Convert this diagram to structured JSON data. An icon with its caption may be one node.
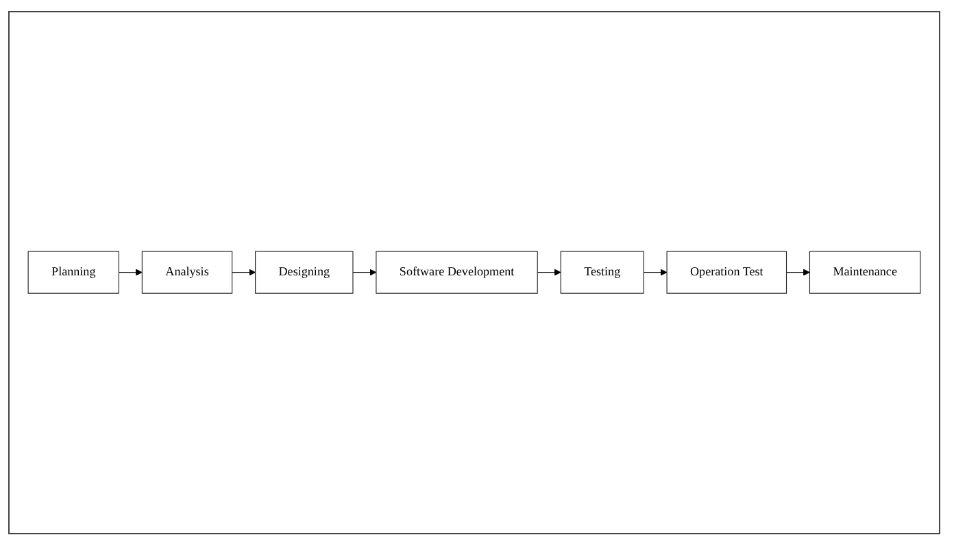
{
  "diagram": {
    "nodes": [
      {
        "text": [
          "Planning"
        ]
      },
      {
        "text": [
          "Analysis"
        ]
      },
      {
        "text": [
          "Designing"
        ]
      },
      {
        "text": [
          "Software Development"
        ]
      },
      {
        "text": [
          "Testing"
        ]
      },
      {
        "text": [
          "Operation Test"
        ]
      },
      {
        "text": [
          "Maintenance"
        ]
      }
    ],
    "edges": [
      {
        "from": 0,
        "to": 1,
        "arrow": "to"
      },
      {
        "from": 1,
        "to": 2,
        "arrow": "to"
      },
      {
        "from": 2,
        "to": 3,
        "arrow": "to"
      },
      {
        "from": 3,
        "to": 4,
        "arrow": "to"
      },
      {
        "from": 4,
        "to": 5,
        "arrow": "to"
      },
      {
        "from": 5,
        "to": 6,
        "arrow": "to"
      }
    ]
  }
}
